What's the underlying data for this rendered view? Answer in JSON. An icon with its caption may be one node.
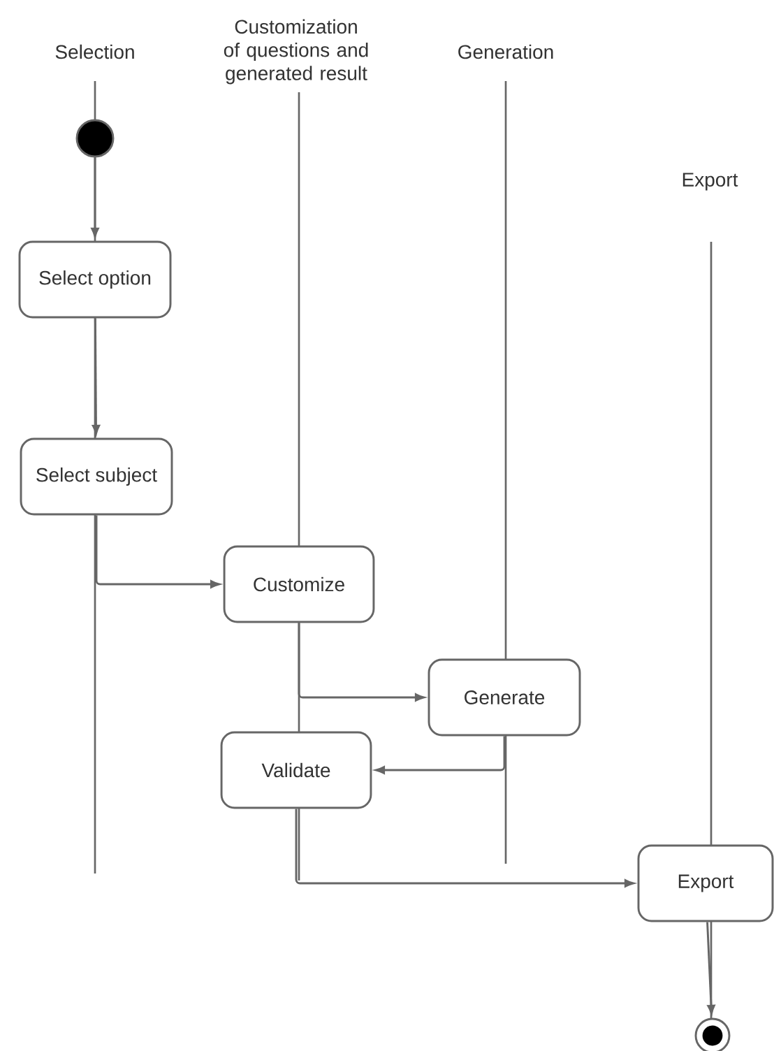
{
  "diagram": {
    "nodes": [
      {
        "text": [],
        "shape": "circle"
      },
      {
        "text": [
          "Select option"
        ]
      },
      {
        "text": [
          "Select subject"
        ]
      },
      {
        "text": [
          "Customize"
        ]
      },
      {
        "text": [
          "Generate"
        ]
      },
      {
        "text": [
          "Validate"
        ]
      },
      {
        "text": [
          "Export"
        ]
      },
      {
        "text": [],
        "shape": "circle"
      }
    ],
    "edges": [
      {
        "from": 0,
        "to": 1,
        "arrow": "to"
      },
      {
        "from": 1,
        "to": 2,
        "arrow": "to"
      },
      {
        "from": 2,
        "to": 3,
        "arrow": "to"
      },
      {
        "from": 3,
        "to": 4,
        "arrow": "to"
      },
      {
        "from": 4,
        "to": 5,
        "arrow": "to"
      },
      {
        "from": 5,
        "to": 6,
        "arrow": "to"
      },
      {
        "from": 6,
        "to": 7,
        "arrow": "to"
      }
    ],
    "labels": [
      "Selection",
      "Customization of questions and generated result",
      "Generation",
      "Export"
    ]
  }
}
